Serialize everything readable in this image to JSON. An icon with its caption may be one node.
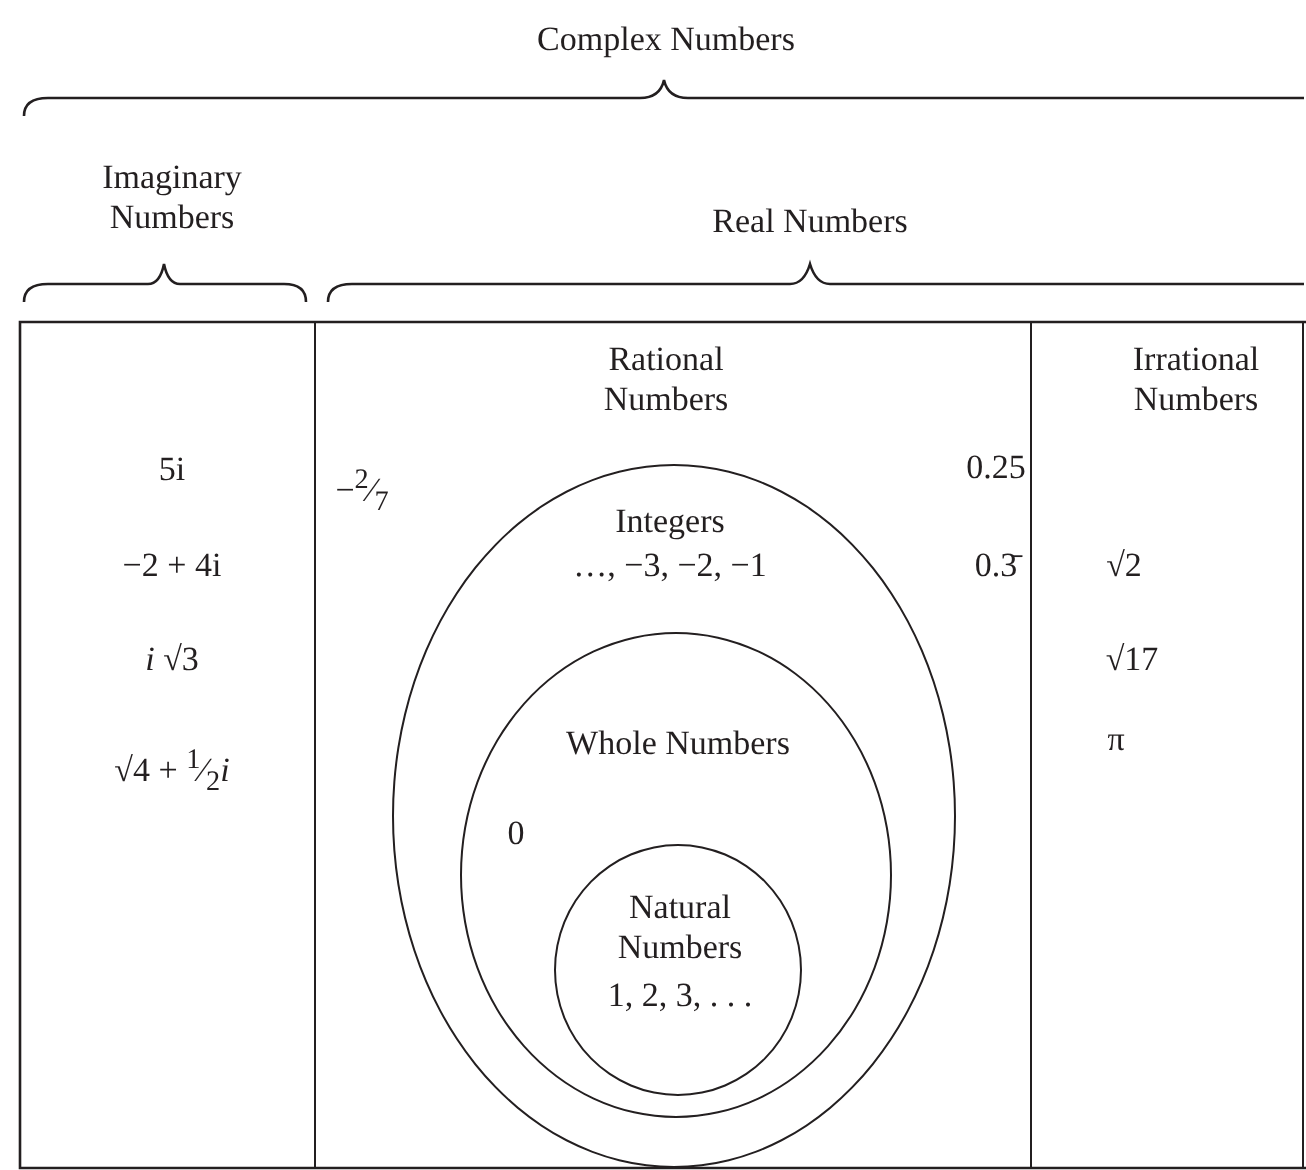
{
  "diagram": {
    "nodes": [
      {
        "text": [
          "Complex Numbers"
        ]
      },
      {
        "text": [
          "Imaginary Numbers",
          "5i",
          "−2 + 4i",
          "*i* √3",
          "√4 + $^{1}$⁄$_{2}$*i*"
        ],
        "in": 0
      },
      {
        "text": [
          "Real Numbers"
        ],
        "in": 0
      },
      {
        "text": [
          "Rational Numbers",
          "−$^{2}$⁄$_{7}$",
          "0.25",
          "0.3̄"
        ],
        "in": 2
      },
      {
        "text": [
          "Integers",
          "…, −3, −2, −1"
        ],
        "in": 3
      },
      {
        "text": [
          "Whole Numbers",
          "0"
        ],
        "in": 4
      },
      {
        "text": [
          "Natural Numbers",
          "1, 2, 3, . . ."
        ],
        "in": 5
      },
      {
        "text": [
          "Irrational Numbers",
          "√2",
          "√17",
          "π"
        ],
        "in": 2
      }
    ],
    "edges": []
  }
}
